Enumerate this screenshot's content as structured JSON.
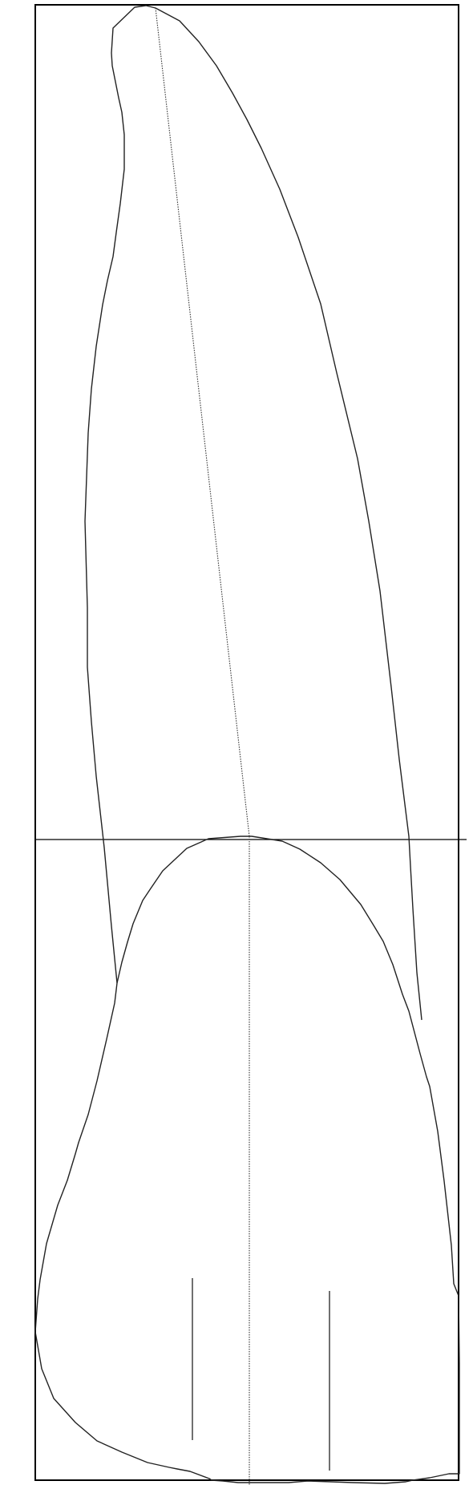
{
  "diagram": {
    "kind": "tooth outline sketch",
    "colors": {
      "background": "#ffffff",
      "frame": "#000000",
      "outline": "#222222",
      "dotted_axis": "#333333"
    },
    "shapes": [
      "frame",
      "root-outline",
      "crown-outline",
      "horizontal-reference-line",
      "root-dotted-axis",
      "crown-dotted-axis",
      "crown-mark-left",
      "crown-mark-right"
    ]
  }
}
